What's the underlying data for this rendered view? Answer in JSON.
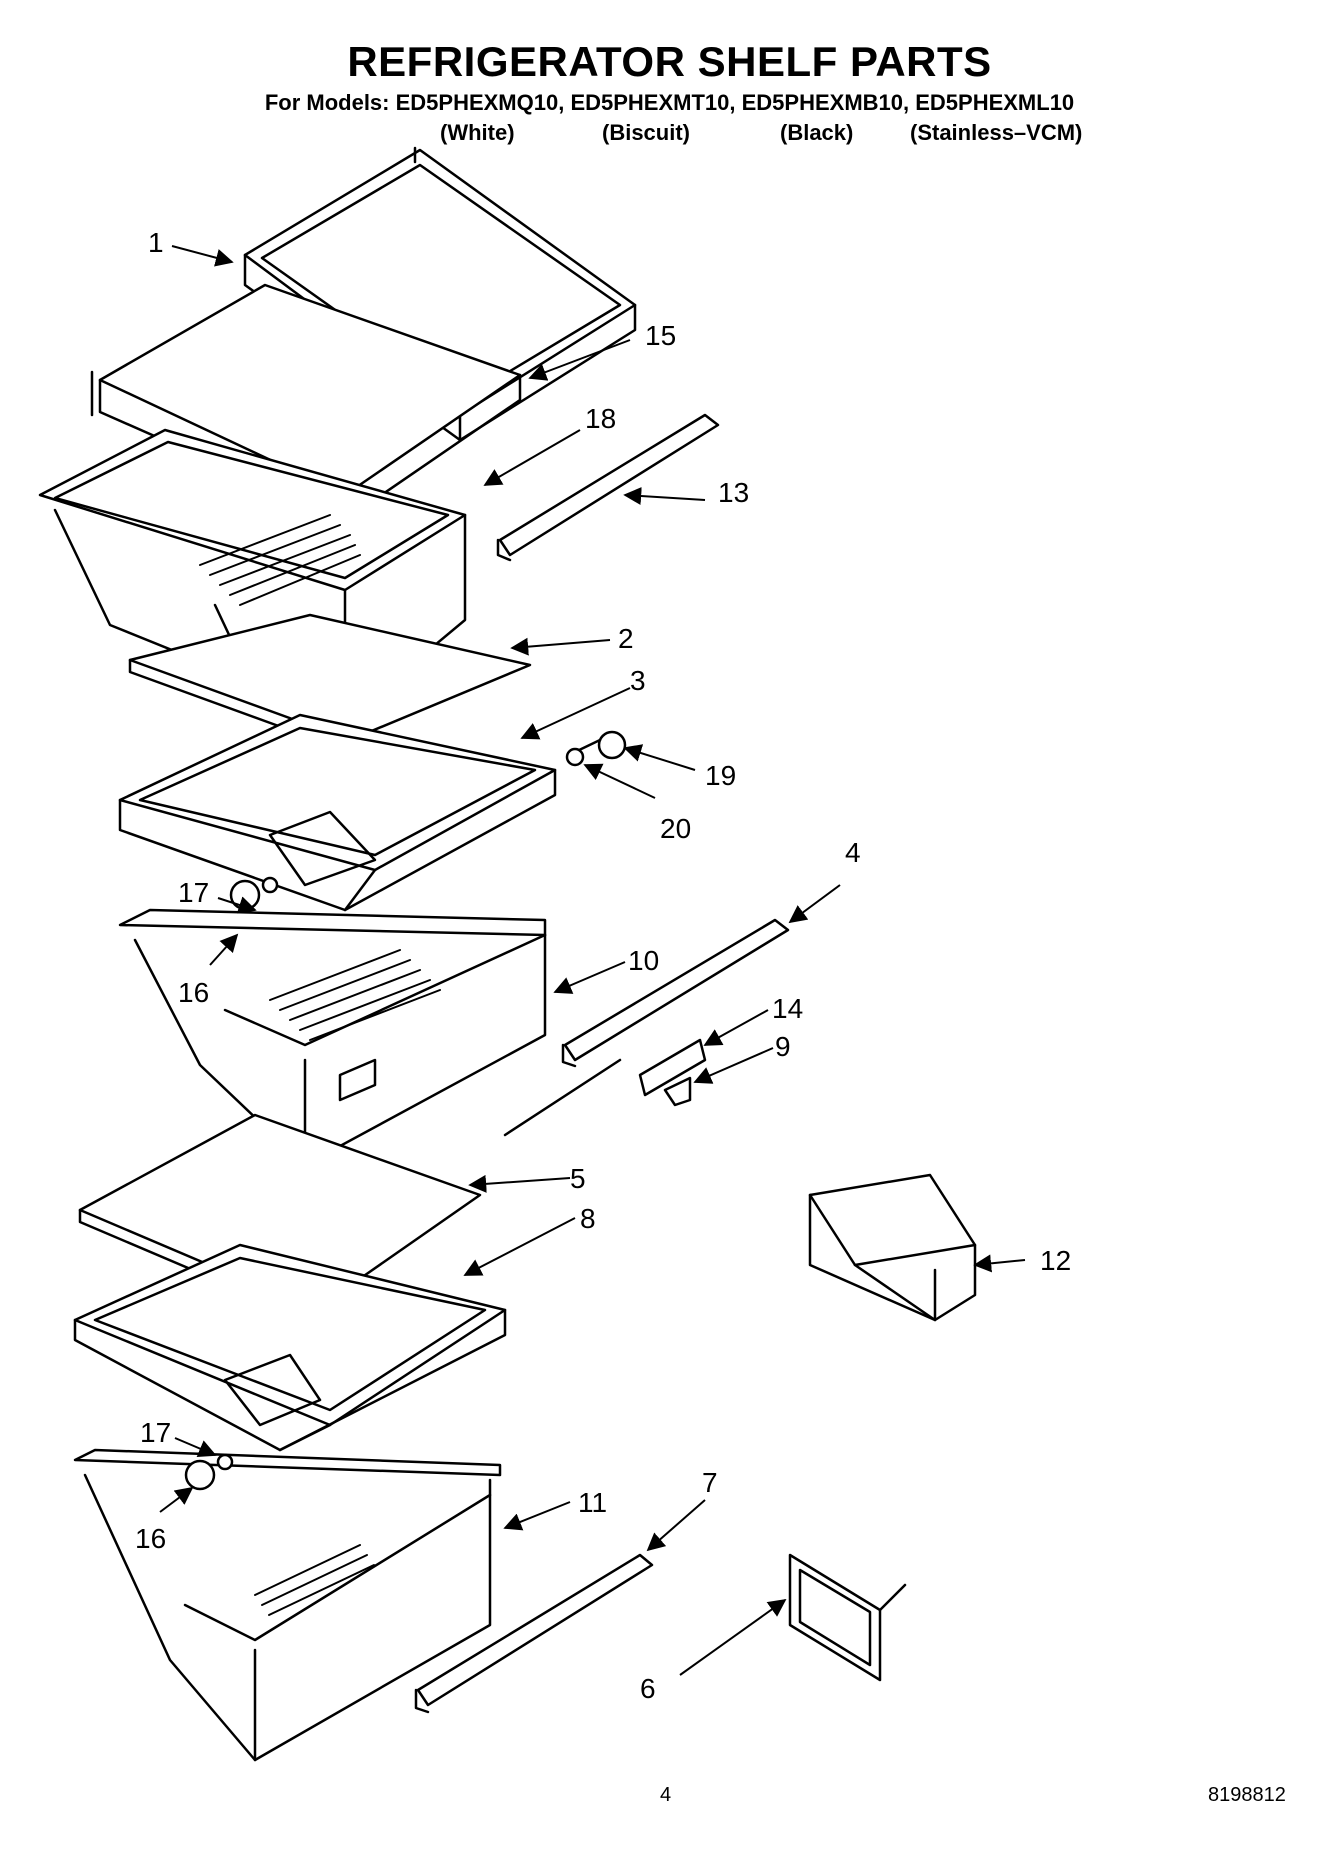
{
  "header": {
    "title": "REFRIGERATOR SHELF PARTS",
    "models_line": "For Models: ED5PHEXMQ10, ED5PHEXMT10, ED5PHEXMB10, ED5PHEXML10",
    "variants": [
      "(White)",
      "(Biscuit)",
      "(Black)",
      "(Stainless–VCM)"
    ]
  },
  "callouts": {
    "c1": "1",
    "c2": "2",
    "c3": "3",
    "c4": "4",
    "c5": "5",
    "c6": "6",
    "c7": "7",
    "c8": "8",
    "c9": "9",
    "c10": "10",
    "c11": "11",
    "c12": "12",
    "c13": "13",
    "c14": "14",
    "c15": "15",
    "c16a": "16",
    "c16b": "16",
    "c17a": "17",
    "c17b": "17",
    "c18": "18",
    "c19": "19",
    "c20": "20"
  },
  "footer": {
    "page_number": "4",
    "doc_number": "8198812"
  }
}
